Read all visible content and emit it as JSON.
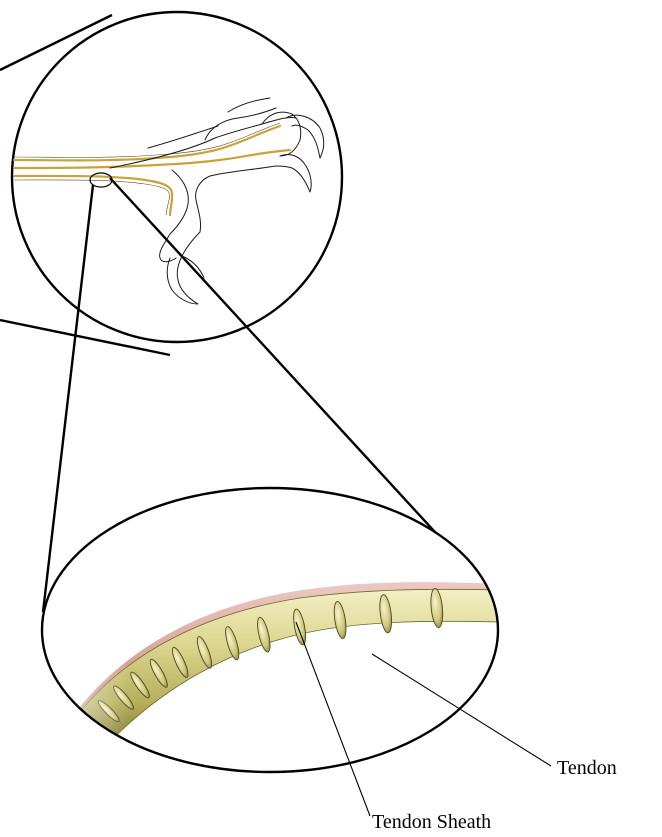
{
  "labels": {
    "tendon": "Tendon",
    "tendon_sheath": "Tendon Sheath"
  },
  "colors": {
    "outline": "#000000",
    "tendon": "#d8d28c",
    "tendon_shadow": "#8e8a3c",
    "tendon_highlight": "#f4f1cc",
    "sheath": "#d9a8a0",
    "sheath_spots": "#c0706a",
    "foot_tendon": "#c9a23a"
  },
  "tendon_ridge_count": 12
}
